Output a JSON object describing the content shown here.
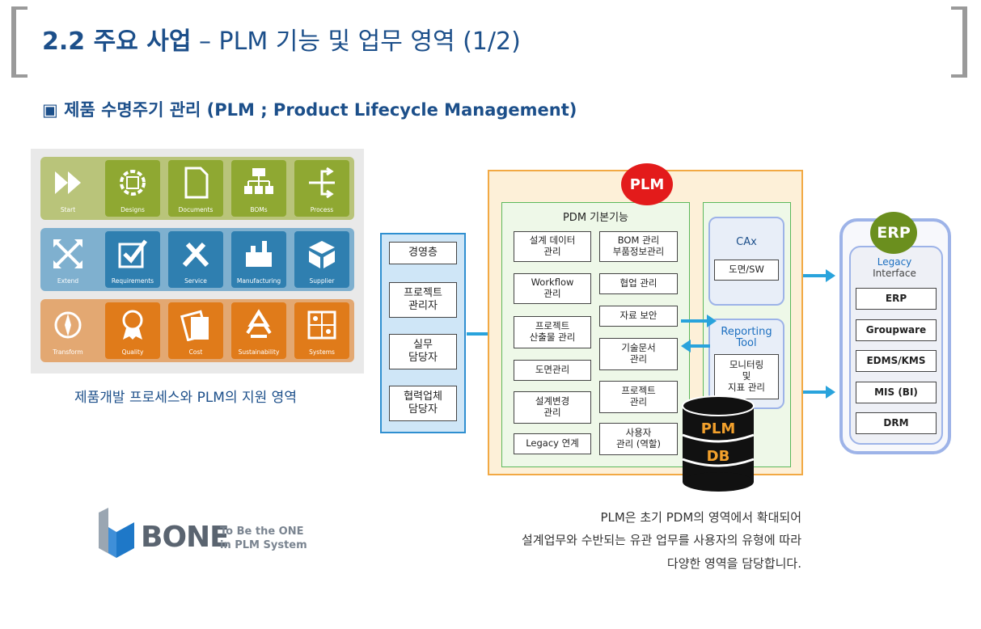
{
  "header": {
    "title_bold": "2.2 주요 사업",
    "title_rest": " – PLM 기능 및 업무 영역 (1/2)"
  },
  "section_title": "▣ 제품 수명주기 관리 (PLM ; Product Lifecycle Management)",
  "process_tiles": {
    "row1": [
      "Start",
      "Designs",
      "Documents",
      "BOMs",
      "Process"
    ],
    "row2": [
      "Extend",
      "Requirements",
      "Service",
      "Manufacturing",
      "Supplier"
    ],
    "row3": [
      "Transform",
      "Quality",
      "Cost",
      "Sustainability",
      "Systems"
    ]
  },
  "tile_caption": "제품개발 프로세스와 PLM의 지원 영역",
  "colors": {
    "title": "#1c4f8a",
    "green": "#8fa832",
    "blue": "#2f7fb0",
    "orange": "#e07b1a",
    "arrow": "#29a3dc",
    "plm_outer": "#fdf0d8",
    "erp_badge": "#6b8f1e",
    "plm_badge": "#e31b1b"
  },
  "users": [
    "경영층",
    "프로젝트\n관리자",
    "실무\n담당자",
    "협력업체\n담당자"
  ],
  "plm": {
    "badge": "PLM",
    "pdm_title": "PDM 기본기능",
    "pdm_left": [
      "설계 데이터\n관리",
      "Workflow\n관리",
      "프로젝트\n산출물 관리",
      "도면관리",
      "설계변경\n관리",
      "Legacy 연계"
    ],
    "pdm_right": [
      "BOM 관리\n부품정보관리",
      "협업 관리",
      "자료 보안",
      "기술문서\n관리",
      "프로젝트\n관리",
      "사용자\n관리 (역할)"
    ],
    "cax_title": "CAx",
    "cax_item": "도면/SW",
    "reporting_title": "Reporting\nTool",
    "reporting_item": "모니터링\n및\n지표 관리",
    "db_line1": "PLM",
    "db_line2": "DB"
  },
  "erp": {
    "badge": "ERP",
    "legacy_line1": "Legacy",
    "legacy_line2": "Interface",
    "items": [
      "ERP",
      "Groupware",
      "EDMS/KMS",
      "MIS (BI)",
      "DRM"
    ]
  },
  "logo": {
    "name": "BONE",
    "tagline1": "To Be the ONE",
    "tagline2": "in PLM System"
  },
  "description": [
    "PLM은 초기 PDM의 영역에서 확대되어",
    "설계업무와 수반되는 유관 업무를 사용자의 유형에 따라",
    "다양한 영역을 담당합니다."
  ]
}
